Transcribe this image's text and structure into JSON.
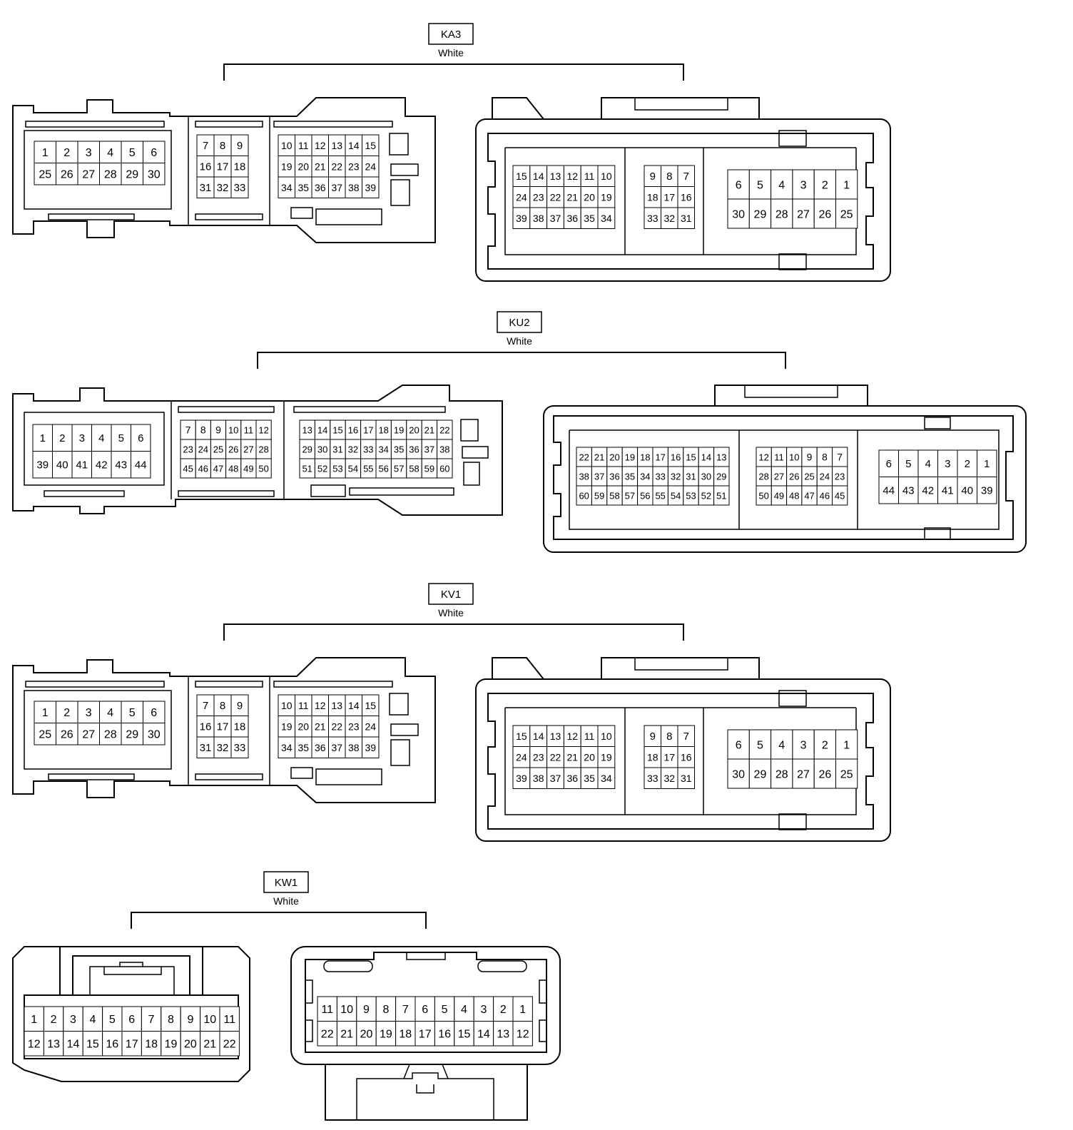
{
  "connectors": [
    {
      "id": "KA3",
      "color": "White",
      "left_blocks": [
        [
          [
            "1",
            "2",
            "3",
            "4",
            "5",
            "6"
          ],
          [
            "25",
            "26",
            "27",
            "28",
            "29",
            "30"
          ]
        ],
        [
          [
            "7",
            "8",
            "9"
          ],
          [
            "16",
            "17",
            "18"
          ],
          [
            "31",
            "32",
            "33"
          ]
        ],
        [
          [
            "10",
            "11",
            "12",
            "13",
            "14",
            "15"
          ],
          [
            "19",
            "20",
            "21",
            "22",
            "23",
            "24"
          ],
          [
            "34",
            "35",
            "36",
            "37",
            "38",
            "39"
          ]
        ]
      ],
      "right_blocks": [
        [
          [
            "15",
            "14",
            "13",
            "12",
            "11",
            "10"
          ],
          [
            "24",
            "23",
            "22",
            "21",
            "20",
            "19"
          ],
          [
            "39",
            "38",
            "37",
            "36",
            "35",
            "34"
          ]
        ],
        [
          [
            "9",
            "8",
            "7"
          ],
          [
            "18",
            "17",
            "16"
          ],
          [
            "33",
            "32",
            "31"
          ]
        ],
        [
          [
            "6",
            "5",
            "4",
            "3",
            "2",
            "1"
          ],
          [
            "30",
            "29",
            "28",
            "27",
            "26",
            "25"
          ]
        ]
      ]
    },
    {
      "id": "KU2",
      "color": "White",
      "left_blocks": [
        [
          [
            "1",
            "2",
            "3",
            "4",
            "5",
            "6"
          ],
          [
            "39",
            "40",
            "41",
            "42",
            "43",
            "44"
          ]
        ],
        [
          [
            "7",
            "8",
            "9",
            "10",
            "11",
            "12"
          ],
          [
            "23",
            "24",
            "25",
            "26",
            "27",
            "28"
          ],
          [
            "45",
            "46",
            "47",
            "48",
            "49",
            "50"
          ]
        ],
        [
          [
            "13",
            "14",
            "15",
            "16",
            "17",
            "18",
            "19",
            "20",
            "21",
            "22"
          ],
          [
            "29",
            "30",
            "31",
            "32",
            "33",
            "34",
            "35",
            "36",
            "37",
            "38"
          ],
          [
            "51",
            "52",
            "53",
            "54",
            "55",
            "56",
            "57",
            "58",
            "59",
            "60"
          ]
        ]
      ],
      "right_blocks": [
        [
          [
            "22",
            "21",
            "20",
            "19",
            "18",
            "17",
            "16",
            "15",
            "14",
            "13"
          ],
          [
            "38",
            "37",
            "36",
            "35",
            "34",
            "33",
            "32",
            "31",
            "30",
            "29"
          ],
          [
            "60",
            "59",
            "58",
            "57",
            "56",
            "55",
            "54",
            "53",
            "52",
            "51"
          ]
        ],
        [
          [
            "12",
            "11",
            "10",
            "9",
            "8",
            "7"
          ],
          [
            "28",
            "27",
            "26",
            "25",
            "24",
            "23"
          ],
          [
            "50",
            "49",
            "48",
            "47",
            "46",
            "45"
          ]
        ],
        [
          [
            "6",
            "5",
            "4",
            "3",
            "2",
            "1"
          ],
          [
            "44",
            "43",
            "42",
            "41",
            "40",
            "39"
          ]
        ]
      ]
    },
    {
      "id": "KV1",
      "color": "White",
      "left_blocks": [
        [
          [
            "1",
            "2",
            "3",
            "4",
            "5",
            "6"
          ],
          [
            "25",
            "26",
            "27",
            "28",
            "29",
            "30"
          ]
        ],
        [
          [
            "7",
            "8",
            "9"
          ],
          [
            "16",
            "17",
            "18"
          ],
          [
            "31",
            "32",
            "33"
          ]
        ],
        [
          [
            "10",
            "11",
            "12",
            "13",
            "14",
            "15"
          ],
          [
            "19",
            "20",
            "21",
            "22",
            "23",
            "24"
          ],
          [
            "34",
            "35",
            "36",
            "37",
            "38",
            "39"
          ]
        ]
      ],
      "right_blocks": [
        [
          [
            "15",
            "14",
            "13",
            "12",
            "11",
            "10"
          ],
          [
            "24",
            "23",
            "22",
            "21",
            "20",
            "19"
          ],
          [
            "39",
            "38",
            "37",
            "36",
            "35",
            "34"
          ]
        ],
        [
          [
            "9",
            "8",
            "7"
          ],
          [
            "18",
            "17",
            "16"
          ],
          [
            "33",
            "32",
            "31"
          ]
        ],
        [
          [
            "6",
            "5",
            "4",
            "3",
            "2",
            "1"
          ],
          [
            "30",
            "29",
            "28",
            "27",
            "26",
            "25"
          ]
        ]
      ]
    },
    {
      "id": "KW1",
      "color": "White",
      "left_blocks": [
        [
          [
            "1",
            "2",
            "3",
            "4",
            "5",
            "6",
            "7",
            "8",
            "9",
            "10",
            "11"
          ],
          [
            "12",
            "13",
            "14",
            "15",
            "16",
            "17",
            "18",
            "19",
            "20",
            "21",
            "22"
          ]
        ]
      ],
      "right_blocks": [
        [
          [
            "11",
            "10",
            "9",
            "8",
            "7",
            "6",
            "5",
            "4",
            "3",
            "2",
            "1"
          ],
          [
            "22",
            "21",
            "20",
            "19",
            "18",
            "17",
            "16",
            "15",
            "14",
            "13",
            "12"
          ]
        ]
      ]
    }
  ]
}
